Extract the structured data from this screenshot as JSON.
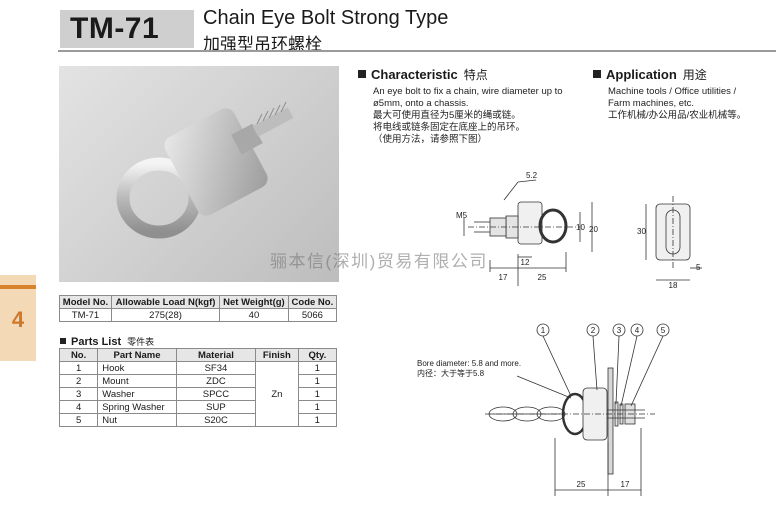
{
  "header": {
    "model_code": "TM-71",
    "title_en": "Chain Eye Bolt Strong Type",
    "title_zh": "加强型吊环螺栓"
  },
  "side_tab": {
    "number": "4",
    "color": "#d9832d"
  },
  "watermark": "骊本信(深圳)贸易有限公司",
  "characteristic": {
    "heading_en": "Characteristic",
    "heading_zh": "特点",
    "text_en_1": "An eye bolt to fix a chain, wire diameter up to",
    "text_en_2": "ø5mm, onto a chassis.",
    "text_zh_1": "最大可使用直径为5厘米的绳或链。",
    "text_zh_2": "将电线或链条固定在底座上的吊环。",
    "text_zh_3": "（使用方法，请参照下图）"
  },
  "application": {
    "heading_en": "Application",
    "heading_zh": "用途",
    "text_en_1": "Machine tools / Office utilities /",
    "text_en_2": "Farm machines, etc.",
    "text_zh": "工作机械/办公用品/农业机械等。"
  },
  "spec_table": {
    "headers": [
      "Model No.",
      "Allowable Load N(kgf)",
      "Net Weight(g)",
      "Code No."
    ],
    "row": [
      "TM-71",
      "275(28)",
      "40",
      "5066"
    ]
  },
  "parts": {
    "heading_en": "Parts List",
    "heading_zh": "零件表",
    "headers": [
      "No.",
      "Part Name",
      "Material",
      "Finish",
      "Qty."
    ],
    "finish": "Zn",
    "rows": [
      {
        "no": "1",
        "name": "Hook",
        "material": "SF34",
        "qty": "1"
      },
      {
        "no": "2",
        "name": "Mount",
        "material": "ZDC",
        "qty": "1"
      },
      {
        "no": "3",
        "name": "Washer",
        "material": "SPCC",
        "qty": "1"
      },
      {
        "no": "4",
        "name": "Spring Washer",
        "material": "SUP",
        "qty": "1"
      },
      {
        "no": "5",
        "name": "Nut",
        "material": "S20C",
        "qty": "1"
      }
    ]
  },
  "drawing_dims": {
    "d_5_2": "5.2",
    "d_m5": "M5",
    "d_12": "12",
    "d_10": "10",
    "d_20": "20",
    "d_17": "17",
    "d_25": "25",
    "d_30": "30",
    "d_5": "5",
    "d_18": "18"
  },
  "assembly": {
    "bore_note_en": "Bore diameter: 5.8 and more.",
    "bore_note_zh": "内径：大于等于5.8",
    "callouts": [
      "1",
      "2",
      "3",
      "4",
      "5"
    ],
    "d_25": "25",
    "d_17": "17"
  }
}
